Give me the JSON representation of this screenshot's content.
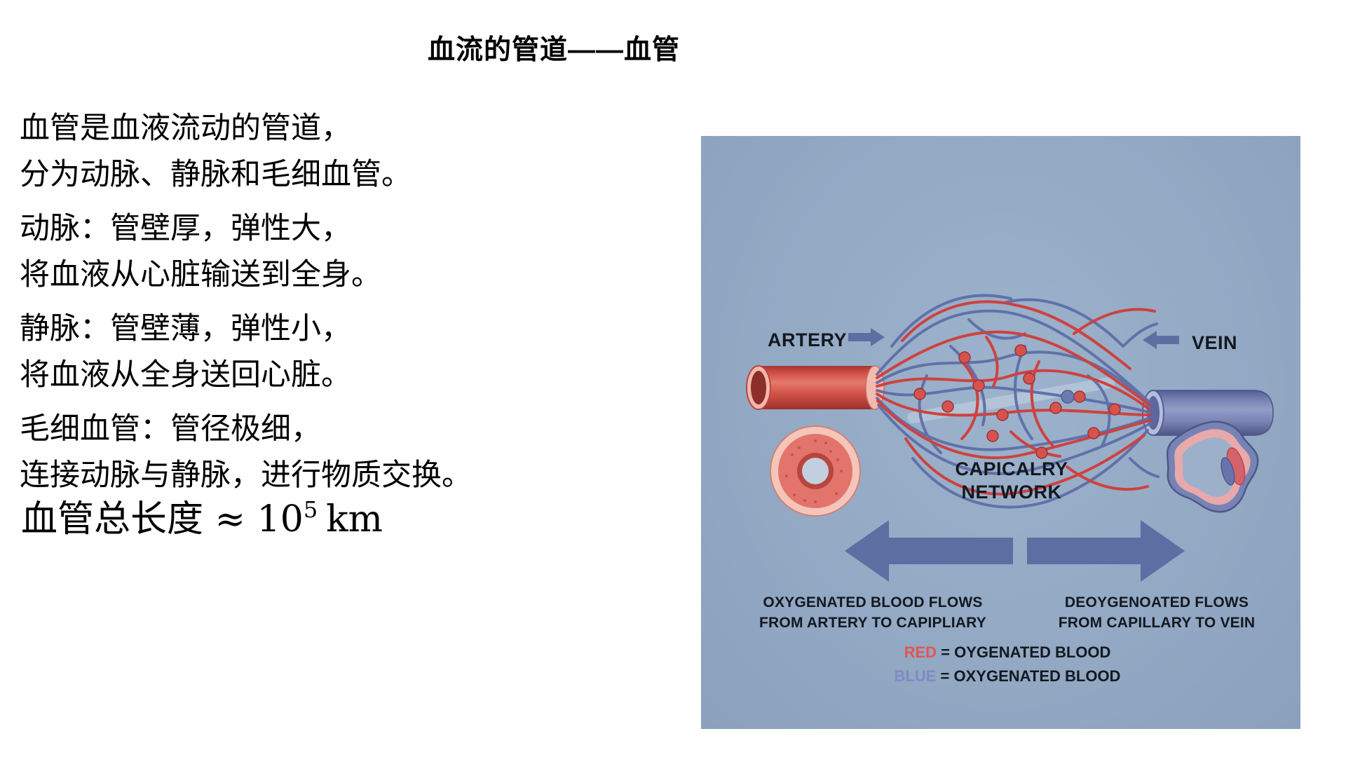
{
  "title": "血流的管道——血管",
  "left_panel": {
    "paragraphs": [
      {
        "lines": [
          "血管是血液流动的管道，",
          "分为动脉、静脉和毛细血管。"
        ]
      },
      {
        "lines": [
          "动脉：管壁厚，弹性大，",
          "将血液从心脏输送到全身。"
        ]
      },
      {
        "lines": [
          "静脉：管壁薄，弹性小，",
          "将血液从全身送回心脏。"
        ]
      },
      {
        "lines": [
          "毛细血管：管径极细，",
          "连接动脉与静脉，进行物质交换。"
        ]
      }
    ],
    "formula": {
      "prefix": "血管总长度 ≈ 10",
      "superscript": "5",
      "unit": "km"
    }
  },
  "diagram": {
    "artery_label": "ARTERY",
    "vein_label": "VEIN",
    "capillary_label_line1": "CAPICALRY",
    "capillary_label_line2": "NETWORK",
    "left_caption_line1": "OXYGENATED BLOOD FLOWS",
    "left_caption_line2": "FROM ARTERY TO CAPIPLIARY",
    "right_caption_line1": "DEOYGENOATED FLOWS",
    "right_caption_line2": "FROM CAPILLARY TO VEIN",
    "legend": [
      {
        "term": "RED",
        "separator": " = ",
        "description": "OYGENATED BLOOD",
        "color": "#e25553"
      },
      {
        "term": "BLUE",
        "separator": " = ",
        "description": "OXYGENATED BLOOD",
        "color": "#7f8ac5"
      }
    ],
    "colors": {
      "panel_background": "#93a9c4",
      "artery_red": "#cc4840",
      "vein_blue": "#7781b5",
      "capillary_red": "#d03e3a",
      "capillary_blue": "#5e6fa9",
      "flow_arrow": "#5b6fa3"
    }
  }
}
